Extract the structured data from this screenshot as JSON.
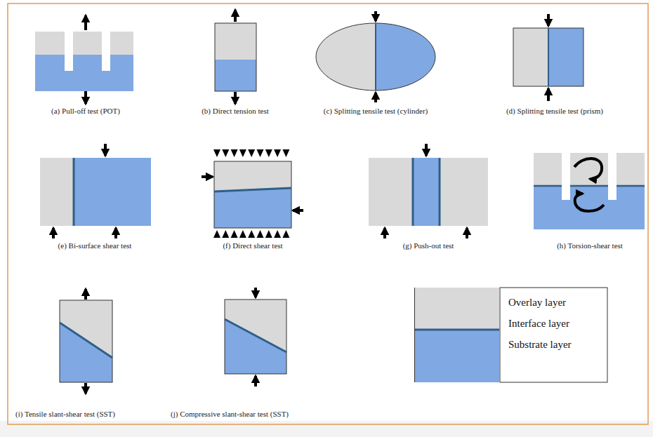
{
  "diagram": {
    "labels": [
      "(a) Pull-off test (POT)",
      "(b) Direct tension test",
      "(c) Splitting tensile test (cylinder)",
      "(d) Splitting tensile test (prism)",
      "(e) Bi-surface shear test",
      "(f) Direct shear test",
      "(g) Push-out test",
      "(h) Torsion-shear test",
      "(i) Tensile slant-shear test (SST)",
      "(j) Compressive slant-shear test (SST)"
    ],
    "legend": [
      {
        "text": "Overlay layer",
        "color": "#d9d9d9"
      },
      {
        "text": "Interface layer"
      },
      {
        "text": "Substrate layer",
        "color": "#80a8e2"
      }
    ]
  }
}
